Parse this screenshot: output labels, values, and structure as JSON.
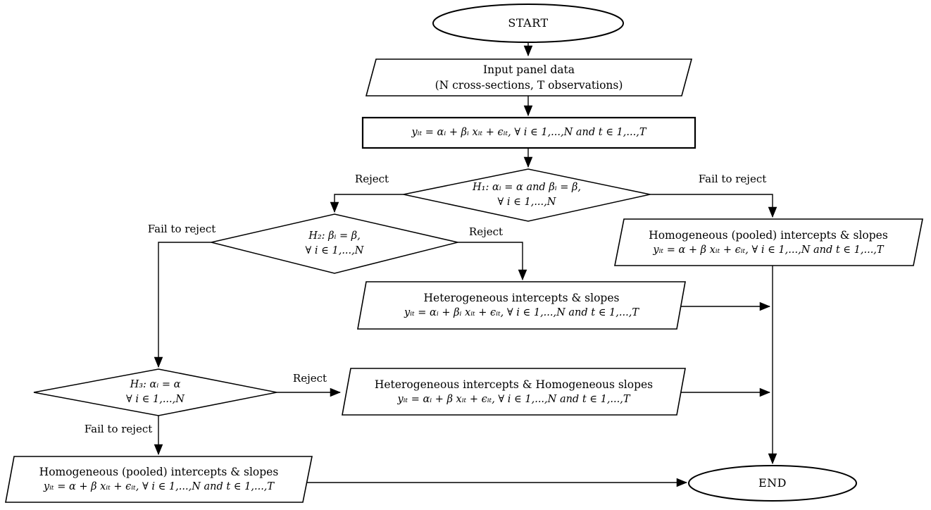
{
  "nodes": {
    "start": {
      "label": "START"
    },
    "input": {
      "line1": "Input panel data",
      "line2": "(N cross-sections, T observations)"
    },
    "model": {
      "equation": "yᵢₜ = αᵢ + βᵢ xᵢₜ + ϵᵢₜ, ∀ i ∈ 1,...,N and t ∈ 1,...,T"
    },
    "h1": {
      "line1": "H₁: αᵢ = α and βᵢ = β,",
      "line2": "∀ i ∈ 1,...,N"
    },
    "h2": {
      "line1": "H₂: βᵢ = β,",
      "line2": "∀ i ∈ 1,...,N"
    },
    "h3": {
      "line1": "H₃:  αᵢ = α",
      "line2": "∀ i ∈ 1,...,N"
    },
    "pooled_right": {
      "title": "Homogeneous (pooled) intercepts & slopes",
      "equation": "yᵢₜ = α + β xᵢₜ + ϵᵢₜ, ∀ i ∈ 1,...,N and t ∈ 1,...,T"
    },
    "hetero": {
      "title": "Heterogeneous intercepts & slopes",
      "equation": "yᵢₜ = αᵢ + βᵢ xᵢₜ + ϵᵢₜ, ∀ i ∈ 1,...,N and t ∈ 1,...,T"
    },
    "mixed": {
      "title": "Heterogeneous intercepts & Homogeneous slopes",
      "equation": "yᵢₜ = αᵢ + β xᵢₜ + ϵᵢₜ, ∀ i ∈ 1,...,N and t ∈ 1,...,T"
    },
    "pooled_bottom": {
      "title": "Homogeneous (pooled) intercepts & slopes",
      "equation": "yᵢₜ = α + β xᵢₜ + ϵᵢₜ, ∀ i ∈ 1,...,N and t ∈ 1,...,T"
    },
    "end": {
      "label": "END"
    }
  },
  "edge_labels": {
    "h1_reject": "Reject",
    "h1_fail": "Fail to reject",
    "h2_reject": "Reject",
    "h2_fail": "Fail to reject",
    "h3_reject": "Reject",
    "h3_fail": "Fail to reject"
  },
  "colors": {
    "stroke": "#000000",
    "text": "#000000",
    "background": "#ffffff"
  }
}
